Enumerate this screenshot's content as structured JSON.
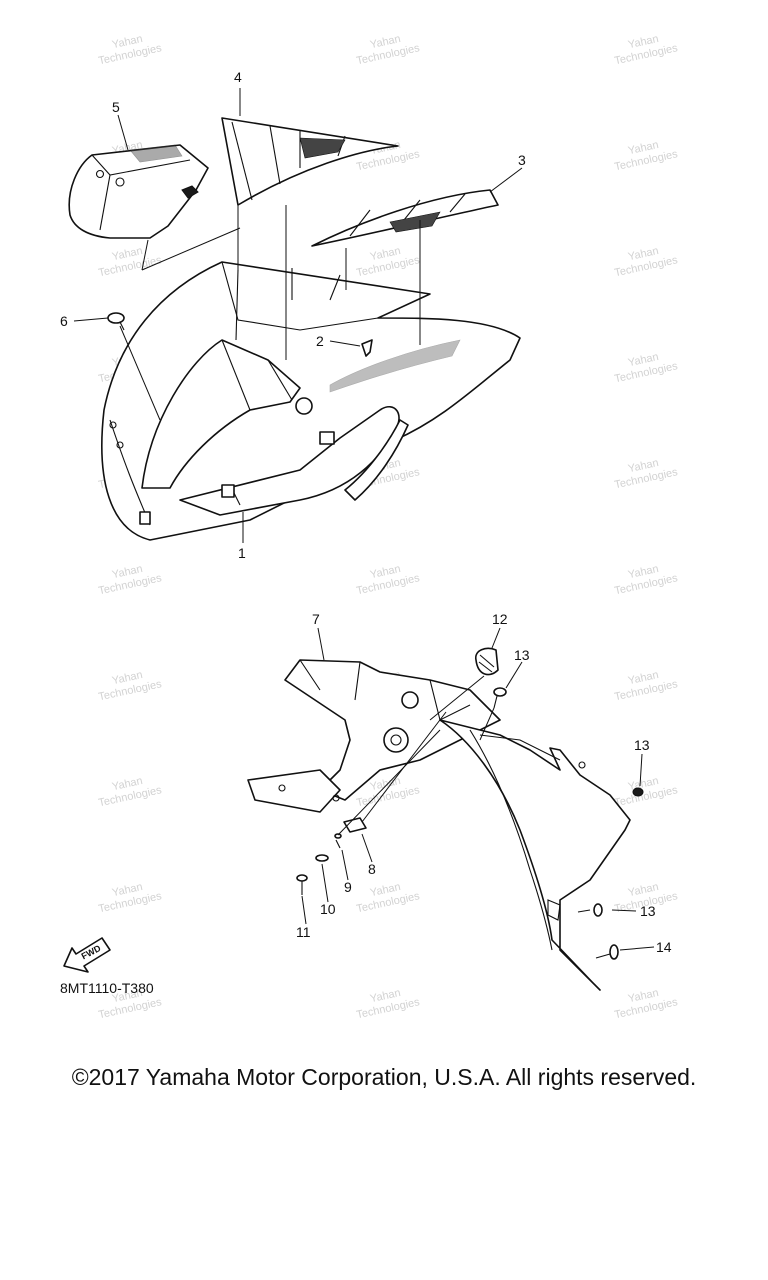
{
  "watermark": {
    "line1": "Yahan",
    "line2": "Technologies"
  },
  "callouts": [
    {
      "id": "1",
      "label": "1"
    },
    {
      "id": "2",
      "label": "2"
    },
    {
      "id": "3",
      "label": "3"
    },
    {
      "id": "4",
      "label": "4"
    },
    {
      "id": "5",
      "label": "5"
    },
    {
      "id": "6",
      "label": "6"
    },
    {
      "id": "7",
      "label": "7"
    },
    {
      "id": "8",
      "label": "8"
    },
    {
      "id": "9",
      "label": "9"
    },
    {
      "id": "10",
      "label": "10"
    },
    {
      "id": "11",
      "label": "11"
    },
    {
      "id": "12",
      "label": "12"
    },
    {
      "id": "13a",
      "label": "13"
    },
    {
      "id": "13b",
      "label": "13"
    },
    {
      "id": "13c",
      "label": "13"
    },
    {
      "id": "14",
      "label": "14"
    }
  ],
  "fwd_label": "FWD",
  "diagram_code": "8MT1110-T380",
  "copyright": "©2017 Yamaha Motor Corporation, U.S.A. All rights reserved."
}
